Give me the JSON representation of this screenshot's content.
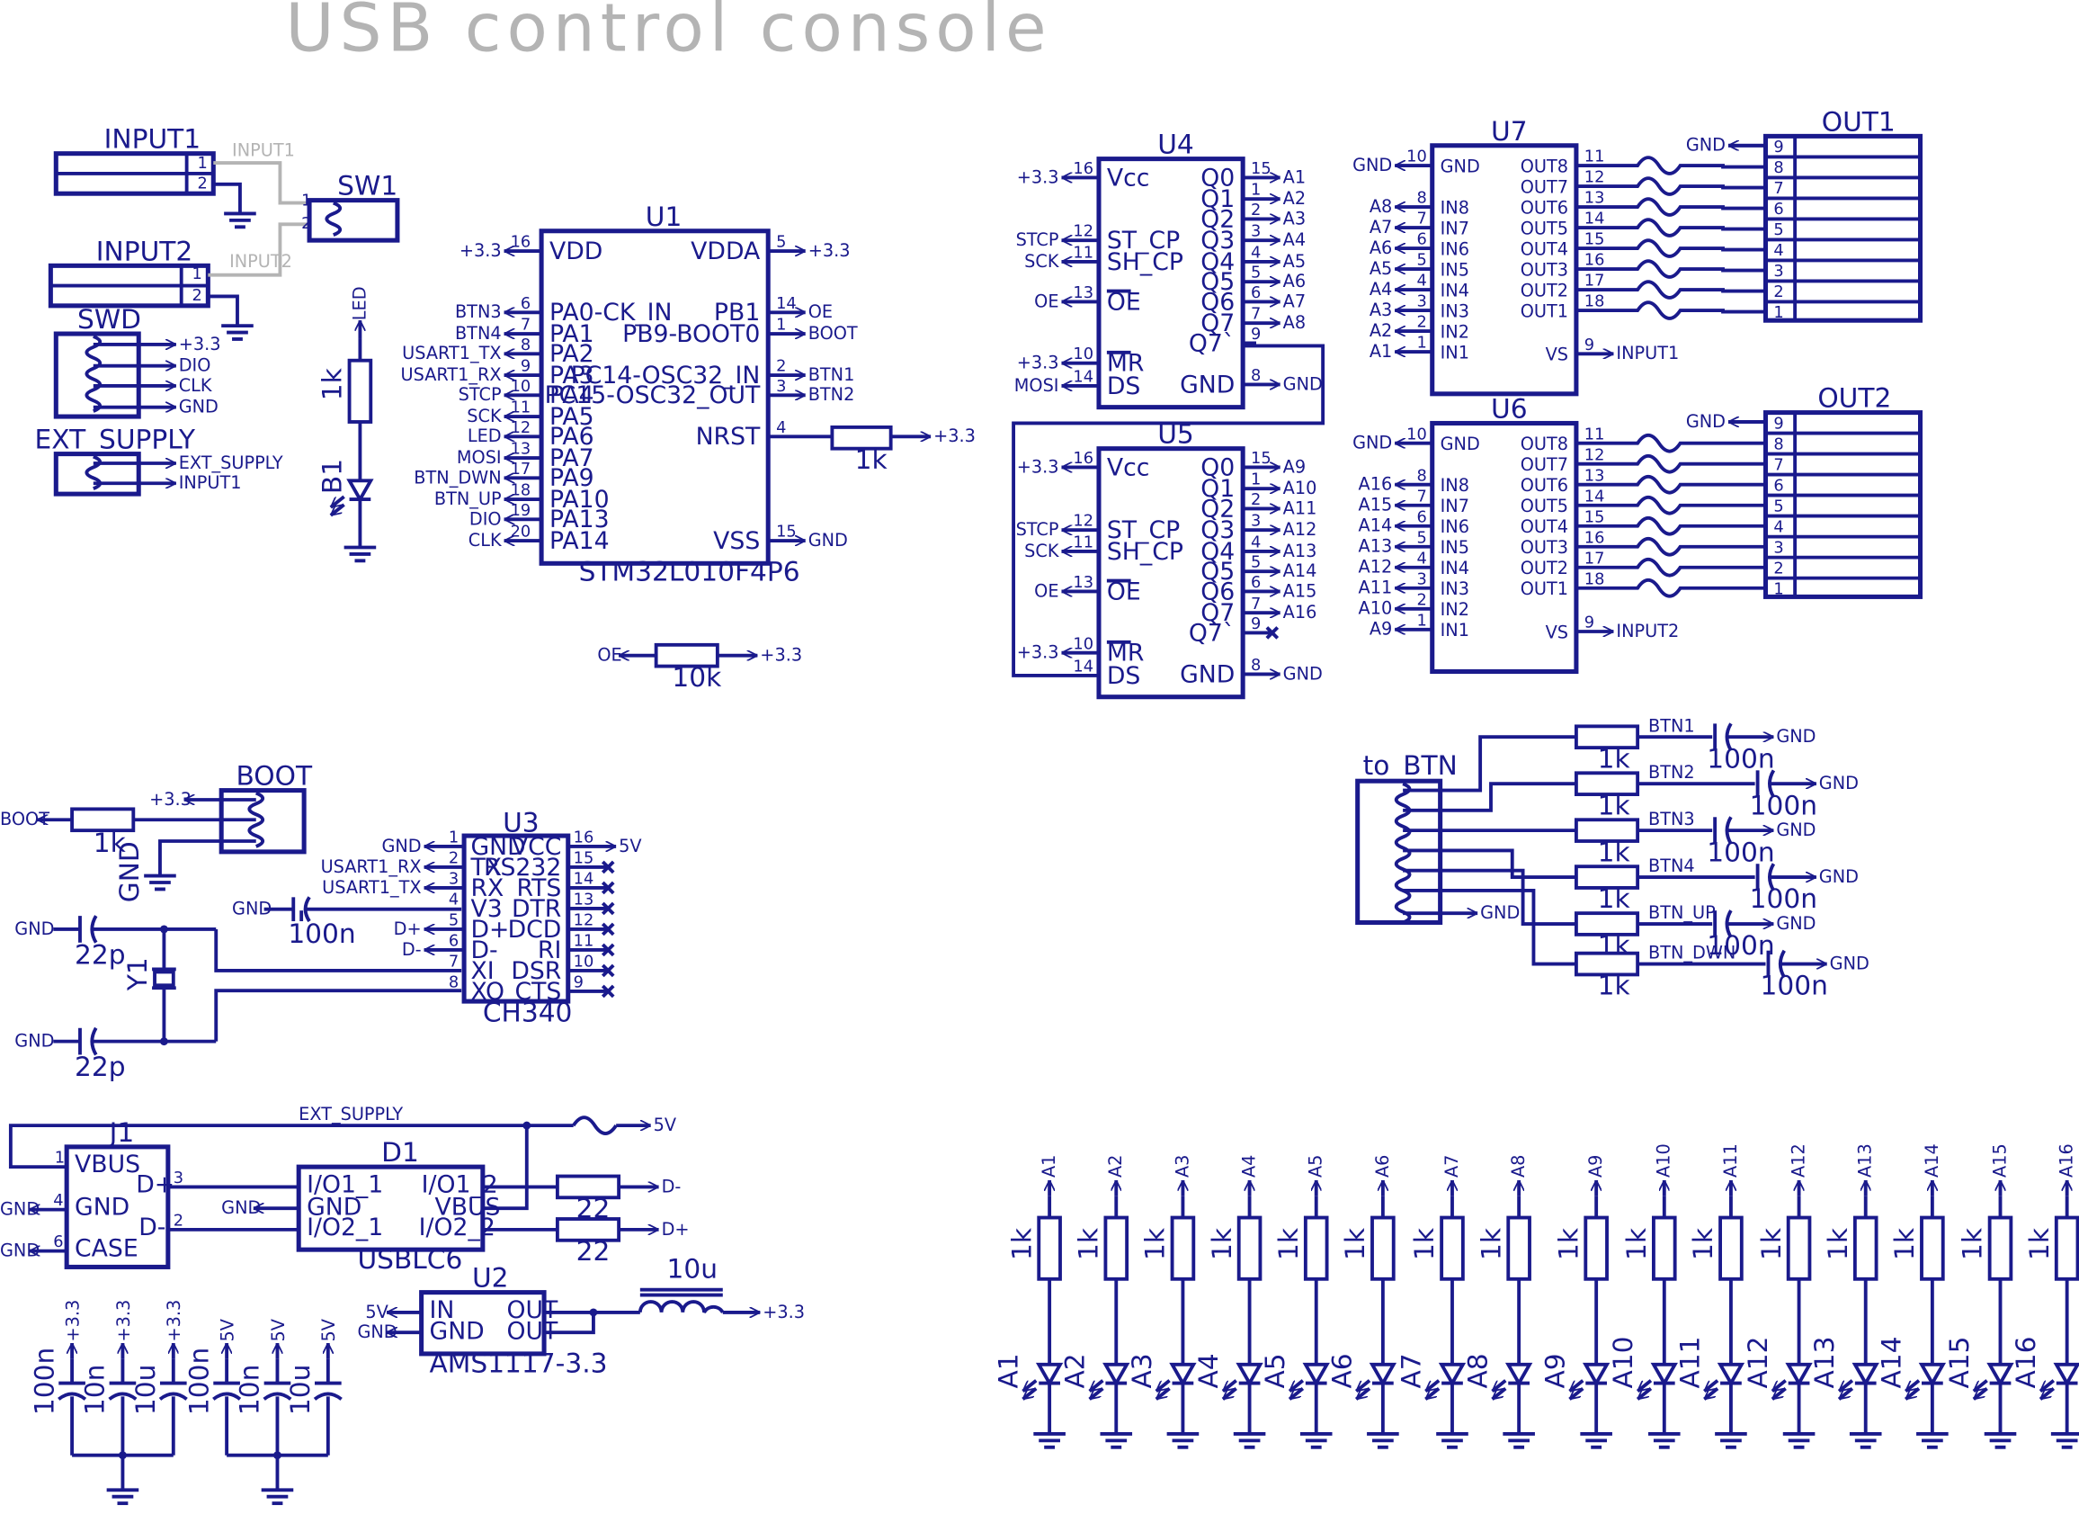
{
  "title": "USB  control  console",
  "labels": {
    "bar": {
      "gnd": "GND",
      "v33": "+3.3",
      "v5": "5V"
    },
    "inputs": {
      "input1": "INPUT1",
      "input2": "INPUT2",
      "sw1": "SW1",
      "p1": "1",
      "p2": "2",
      "net_input1": "INPUT1",
      "net_input2": "INPUT2"
    },
    "swd": {
      "ref": "SWD",
      "v33": "+3.3",
      "dio": "DIO",
      "clk": "CLK",
      "gnd": "GND"
    },
    "ext": {
      "ref": "EXT_SUPPLY",
      "ext": "EXT_SUPPLY",
      "input1": "INPUT1"
    },
    "led_ind": {
      "net": "LED",
      "res": "1k",
      "ref": "B1"
    },
    "u1": {
      "ref": "U1",
      "part": "STM32L010F4P6",
      "left": [
        {
          "net": "+3.3",
          "num": "16",
          "name": "VDD"
        },
        {
          "net": "BTN3",
          "num": "6",
          "name": "PA0-CK_IN"
        },
        {
          "net": "BTN4",
          "num": "7",
          "name": "PA1"
        },
        {
          "net": "USART1_TX",
          "num": "8",
          "name": "PA2"
        },
        {
          "net": "USART1_RX",
          "num": "9",
          "name": "PA3"
        },
        {
          "net": "STCP",
          "num": "10",
          "name": "PA4"
        },
        {
          "net": "SCK",
          "num": "11",
          "name": "PA5"
        },
        {
          "net": "LED",
          "num": "12",
          "name": "PA6"
        },
        {
          "net": "MOSI",
          "num": "13",
          "name": "PA7"
        },
        {
          "net": "BTN_DWN",
          "num": "17",
          "name": "PA9"
        },
        {
          "net": "BTN_UP",
          "num": "18",
          "name": "PA10"
        },
        {
          "net": "DIO",
          "num": "19",
          "name": "PA13"
        },
        {
          "net": "CLK",
          "num": "20",
          "name": "PA14"
        }
      ],
      "right": [
        {
          "name": "VDDA",
          "num": "5",
          "net": "+3.3"
        },
        {
          "name": "PB1",
          "num": "14",
          "net": "OE"
        },
        {
          "name": "PB9-BOOT0",
          "num": "1",
          "net": "BOOT"
        },
        {
          "name": "PC14-OSC32_IN",
          "num": "2",
          "net": "BTN1"
        },
        {
          "name": "PC15-OSC32_OUT",
          "num": "3",
          "net": "BTN2"
        },
        {
          "name": "NRST",
          "num": "4",
          "net": "+3.3"
        },
        {
          "name": "VSS",
          "num": "15",
          "net": "GND"
        }
      ],
      "nrst_res": "1k"
    },
    "oe_res": {
      "net": "OE",
      "val": "10k",
      "v": "+3.3"
    },
    "u4": {
      "ref": "U4",
      "left": [
        {
          "net": "+3.3",
          "num": "16",
          "name": "Vcc"
        },
        {
          "net": "STCP",
          "num": "12",
          "name": "ST_CP"
        },
        {
          "net": "SCK",
          "num": "11",
          "name": "SH_CP"
        },
        {
          "net": "OE",
          "num": "13",
          "name": "OE"
        },
        {
          "net": "+3.3",
          "num": "10",
          "name": "MR"
        },
        {
          "net": "MOSI",
          "num": "14",
          "name": "DS"
        }
      ],
      "right": [
        {
          "name": "Q0",
          "num": "15",
          "net": "A1"
        },
        {
          "name": "Q1",
          "num": "1",
          "net": "A2"
        },
        {
          "name": "Q2",
          "num": "2",
          "net": "A3"
        },
        {
          "name": "Q3",
          "num": "3",
          "net": "A4"
        },
        {
          "name": "Q4",
          "num": "4",
          "net": "A5"
        },
        {
          "name": "Q5",
          "num": "5",
          "net": "A6"
        },
        {
          "name": "Q6",
          "num": "6",
          "net": "A7"
        },
        {
          "name": "Q7",
          "num": "7",
          "net": "A8"
        },
        {
          "name": "Q7`",
          "num": "9",
          "net": ""
        },
        {
          "name": "GND",
          "num": "8",
          "net": "GND"
        }
      ]
    },
    "u5": {
      "ref": "U5",
      "left": [
        {
          "net": "+3.3",
          "num": "16",
          "name": "Vcc"
        },
        {
          "net": "STCP",
          "num": "12",
          "name": "ST_CP"
        },
        {
          "net": "SCK",
          "num": "11",
          "name": "SH_CP"
        },
        {
          "net": "OE",
          "num": "13",
          "name": "OE"
        },
        {
          "net": "+3.3",
          "num": "10",
          "name": "MR"
        },
        {
          "net": "",
          "num": "14",
          "name": "DS"
        }
      ],
      "right": [
        {
          "name": "Q0",
          "num": "15",
          "net": "A9"
        },
        {
          "name": "Q1",
          "num": "1",
          "net": "A10"
        },
        {
          "name": "Q2",
          "num": "2",
          "net": "A11"
        },
        {
          "name": "Q3",
          "num": "3",
          "net": "A12"
        },
        {
          "name": "Q4",
          "num": "4",
          "net": "A13"
        },
        {
          "name": "Q5",
          "num": "5",
          "net": "A14"
        },
        {
          "name": "Q6",
          "num": "6",
          "net": "A15"
        },
        {
          "name": "Q7",
          "num": "7",
          "net": "A16"
        },
        {
          "name": "Q7`",
          "num": "9",
          "net": ""
        },
        {
          "name": "GND",
          "num": "8",
          "net": "GND"
        }
      ]
    },
    "u7": {
      "ref": "U7",
      "gnd_net": "GND",
      "gnd_num": "10",
      "gnd_name": "GND",
      "in": [
        {
          "net": "A8",
          "num": "8",
          "name": "IN8"
        },
        {
          "net": "A7",
          "num": "7",
          "name": "IN7"
        },
        {
          "net": "A6",
          "num": "6",
          "name": "IN6"
        },
        {
          "net": "A5",
          "num": "5",
          "name": "IN5"
        },
        {
          "net": "A4",
          "num": "4",
          "name": "IN4"
        },
        {
          "net": "A3",
          "num": "3",
          "name": "IN3"
        },
        {
          "net": "A2",
          "num": "2",
          "name": "IN2"
        },
        {
          "net": "A1",
          "num": "1",
          "name": "IN1"
        }
      ],
      "out": [
        {
          "name": "OUT8",
          "num": "11"
        },
        {
          "name": "OUT7",
          "num": "12"
        },
        {
          "name": "OUT6",
          "num": "13"
        },
        {
          "name": "OUT5",
          "num": "14"
        },
        {
          "name": "OUT4",
          "num": "15"
        },
        {
          "name": "OUT3",
          "num": "16"
        },
        {
          "name": "OUT2",
          "num": "17"
        },
        {
          "name": "OUT1",
          "num": "18"
        }
      ],
      "vs_name": "VS",
      "vs_num": "9",
      "vs_net": "INPUT1"
    },
    "u6": {
      "ref": "U6",
      "gnd_net": "GND",
      "gnd_num": "10",
      "gnd_name": "GND",
      "in": [
        {
          "net": "A16",
          "num": "8",
          "name": "IN8"
        },
        {
          "net": "A15",
          "num": "7",
          "name": "IN7"
        },
        {
          "net": "A14",
          "num": "6",
          "name": "IN6"
        },
        {
          "net": "A13",
          "num": "5",
          "name": "IN5"
        },
        {
          "net": "A12",
          "num": "4",
          "name": "IN4"
        },
        {
          "net": "A11",
          "num": "3",
          "name": "IN3"
        },
        {
          "net": "A10",
          "num": "2",
          "name": "IN2"
        },
        {
          "net": "A9",
          "num": "1",
          "name": "IN1"
        }
      ],
      "out": [
        {
          "name": "OUT8",
          "num": "11"
        },
        {
          "name": "OUT7",
          "num": "12"
        },
        {
          "name": "OUT6",
          "num": "13"
        },
        {
          "name": "OUT5",
          "num": "14"
        },
        {
          "name": "OUT4",
          "num": "15"
        },
        {
          "name": "OUT3",
          "num": "16"
        },
        {
          "name": "OUT2",
          "num": "17"
        },
        {
          "name": "OUT1",
          "num": "18"
        }
      ],
      "vs_name": "VS",
      "vs_num": "9",
      "vs_net": "INPUT2"
    },
    "out1": {
      "ref": "OUT1",
      "gnd": "GND",
      "pins": [
        "9",
        "8",
        "7",
        "6",
        "5",
        "4",
        "3",
        "2",
        "1"
      ]
    },
    "out2": {
      "ref": "OUT2",
      "gnd": "GND",
      "pins": [
        "9",
        "8",
        "7",
        "6",
        "5",
        "4",
        "3",
        "2",
        "1"
      ]
    },
    "boot": {
      "ref": "BOOT",
      "v33": "+3.3",
      "net": "BOOT",
      "res": "1k",
      "gnd": "GND"
    },
    "u3": {
      "ref": "U3",
      "part": "CH340",
      "left": [
        {
          "net": "GND",
          "num": "1",
          "name": "GND"
        },
        {
          "net": "USART1_RX",
          "num": "2",
          "name": "TX"
        },
        {
          "net": "USART1_TX",
          "num": "3",
          "name": "RX"
        },
        {
          "net": "GND",
          "num": "4",
          "name": "V3"
        },
        {
          "net": "D+",
          "num": "5",
          "name": "D+"
        },
        {
          "net": "D-",
          "num": "6",
          "name": "D-"
        },
        {
          "net": "",
          "num": "7",
          "name": "XI"
        },
        {
          "net": "",
          "num": "8",
          "name": "XO"
        }
      ],
      "right": [
        {
          "name": "VCC",
          "num": "16",
          "net": "5V"
        },
        {
          "name": "RS232",
          "num": "15"
        },
        {
          "name": "RTS",
          "num": "14"
        },
        {
          "name": "DTR",
          "num": "13"
        },
        {
          "name": "DCD",
          "num": "12"
        },
        {
          "name": "RI",
          "num": "11"
        },
        {
          "name": "DSR",
          "num": "10"
        },
        {
          "name": "CTS",
          "num": "9"
        }
      ],
      "cap": "100n"
    },
    "crystal": {
      "ref": "Y1",
      "c1": "22p",
      "c2": "22p",
      "gnd": "GND"
    },
    "j1": {
      "ref": "J1",
      "pins": [
        {
          "num": "1",
          "name": "VBUS"
        },
        {
          "num": "4",
          "name": "GND",
          "net": "GND"
        },
        {
          "num": "6",
          "name": "CASE",
          "net": "GND"
        },
        {
          "num": "3",
          "name": "D+"
        },
        {
          "num": "2",
          "name": "D-"
        }
      ]
    },
    "ext_supply": "EXT_SUPPLY",
    "v5": "5V",
    "d1": {
      "ref": "D1",
      "part": "USBLC6",
      "left": [
        "I/O1_1",
        "GND",
        "I/O2_1"
      ],
      "right": [
        "I/O1_2",
        "VBUS",
        "I/O2_2"
      ],
      "gnd": "GND"
    },
    "dres": {
      "r1": "22",
      "r2": "22",
      "n1": "D-",
      "n2": "D+"
    },
    "u2": {
      "ref": "U2",
      "part": "AMS1117-3.3",
      "in": "IN",
      "gnd_pin": "GND",
      "out1": "OUT",
      "out2": "OUT",
      "n5v": "5V",
      "ngnd": "GND",
      "ind": "10u",
      "v33": "+3.3"
    },
    "decap1": {
      "v": "+3.3",
      "caps": [
        "100n",
        "10n",
        "10u"
      ]
    },
    "decap2": {
      "v": "5V",
      "caps": [
        "100n",
        "10n",
        "10u"
      ]
    },
    "btn": {
      "ref": "to_BTN",
      "gnd": "GND",
      "res": "1k",
      "cap": "100n",
      "nets": [
        "BTN1",
        "BTN2",
        "BTN3",
        "BTN4",
        "BTN_UP",
        "BTN_DWN"
      ]
    },
    "leds": {
      "res": "1k",
      "nets": [
        "A1",
        "A2",
        "A3",
        "A4",
        "A5",
        "A6",
        "A7",
        "A8",
        "A9",
        "A10",
        "A11",
        "A12",
        "A13",
        "A14",
        "A15",
        "A16"
      ]
    }
  }
}
